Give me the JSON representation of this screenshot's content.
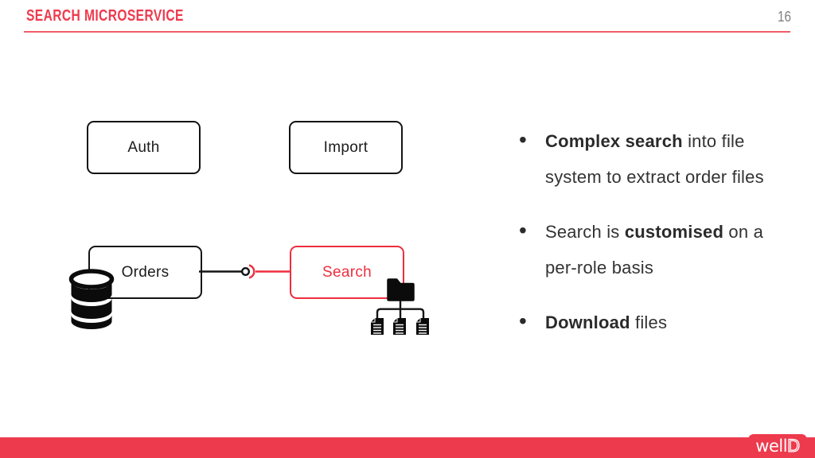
{
  "header": {
    "title": "SEARCH MICROSERVICE",
    "page_number": "16"
  },
  "colors": {
    "accent_red": "#ee3a4e",
    "footer_red": "#ed3a4d",
    "diagram_black": "#141414",
    "body_text": "#333333",
    "page_number_gray": "#808080"
  },
  "diagram": {
    "nodes": [
      {
        "id": "auth",
        "label": "Auth",
        "accent": "black"
      },
      {
        "id": "import",
        "label": "Import",
        "accent": "black"
      },
      {
        "id": "orders",
        "label": "Orders",
        "accent": "black"
      },
      {
        "id": "search",
        "label": "Search",
        "accent": "red"
      }
    ],
    "connector": {
      "type": "ball-and-socket",
      "from": "Orders",
      "to": "Search"
    },
    "icons": [
      "database-icon",
      "folder-icon",
      "file-icon",
      "file-icon",
      "file-icon"
    ]
  },
  "bullets": {
    "items": [
      {
        "segments": [
          {
            "text": "Complex search",
            "bold": true
          },
          {
            "text": " into file system to extract order files",
            "bold": false
          }
        ]
      },
      {
        "segments": [
          {
            "text": "Search is ",
            "bold": false
          },
          {
            "text": "customised",
            "bold": true
          },
          {
            "text": " on a per-role basis",
            "bold": false
          }
        ]
      },
      {
        "segments": [
          {
            "text": "Download",
            "bold": true
          },
          {
            "text": " files",
            "bold": false
          }
        ]
      }
    ]
  },
  "footer": {
    "logo_part1": "well",
    "logo_part2": "D"
  }
}
